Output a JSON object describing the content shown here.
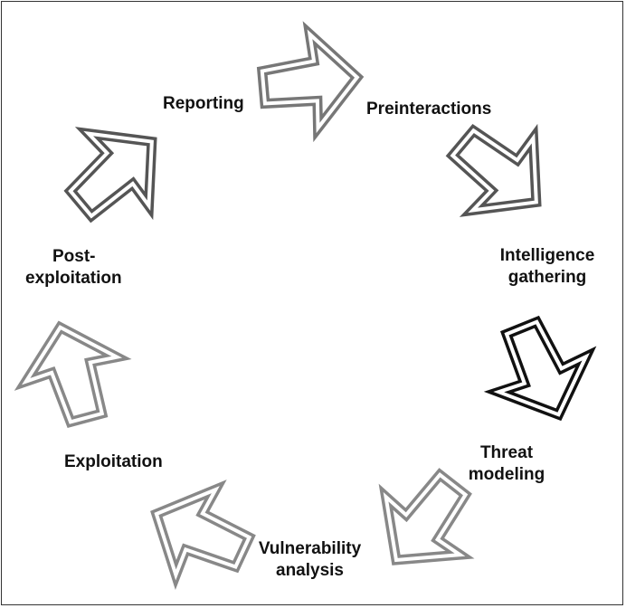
{
  "stages": [
    {
      "id": "reporting",
      "lines": [
        "Reporting"
      ]
    },
    {
      "id": "preinteractions",
      "lines": [
        "Preinteractions"
      ]
    },
    {
      "id": "intelligence-gathering",
      "lines": [
        "Intelligence",
        "gathering"
      ]
    },
    {
      "id": "threat-modeling",
      "lines": [
        "Threat",
        "modeling"
      ]
    },
    {
      "id": "vulnerability-analysis",
      "lines": [
        "Vulnerability",
        "analysis"
      ]
    },
    {
      "id": "exploitation",
      "lines": [
        "Exploitation"
      ]
    },
    {
      "id": "post-exploitation",
      "lines": [
        "Post-",
        "exploitation"
      ]
    }
  ],
  "arrows": [
    {
      "id": "arrow-preinteractions",
      "color": "#777777"
    },
    {
      "id": "arrow-intelligence-gathering",
      "color": "#555555"
    },
    {
      "id": "arrow-threat-modeling",
      "color": "#111111",
      "highlighted": true
    },
    {
      "id": "arrow-vulnerability-analysis",
      "color": "#888888"
    },
    {
      "id": "arrow-exploitation",
      "color": "#888888"
    },
    {
      "id": "arrow-post-exploitation",
      "color": "#888888"
    },
    {
      "id": "arrow-reporting",
      "color": "#555555"
    }
  ]
}
